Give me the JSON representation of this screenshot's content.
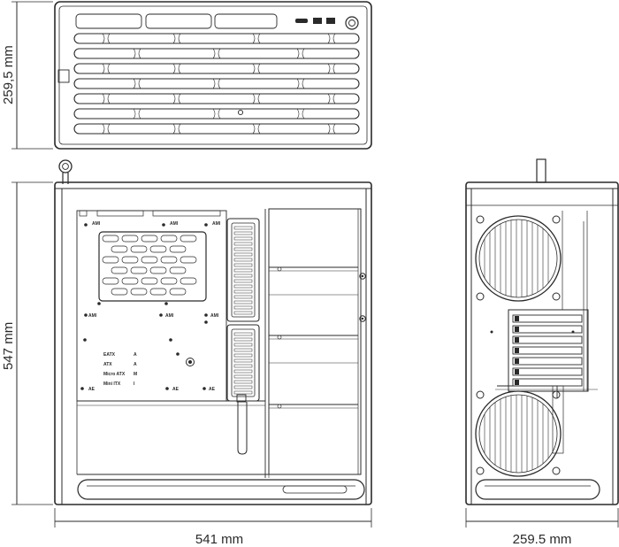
{
  "dimensions": {
    "depth": "259,5 mm",
    "height": "547 mm",
    "length": "541 mm",
    "width": "259.5 mm"
  },
  "mount_labels": {
    "top_row": [
      "AMI",
      "AMI",
      "AMI"
    ],
    "middle_row": [
      "AMI",
      "AMI",
      "AMI"
    ],
    "lower": [
      "AE",
      "AE",
      "AE"
    ]
  },
  "form_factors": [
    {
      "name": "EATX",
      "code": "A"
    },
    {
      "name": "ATX",
      "code": "A"
    },
    {
      "name": "Micro ATX",
      "code": "M"
    },
    {
      "name": "Mini ITX",
      "code": "I"
    }
  ]
}
